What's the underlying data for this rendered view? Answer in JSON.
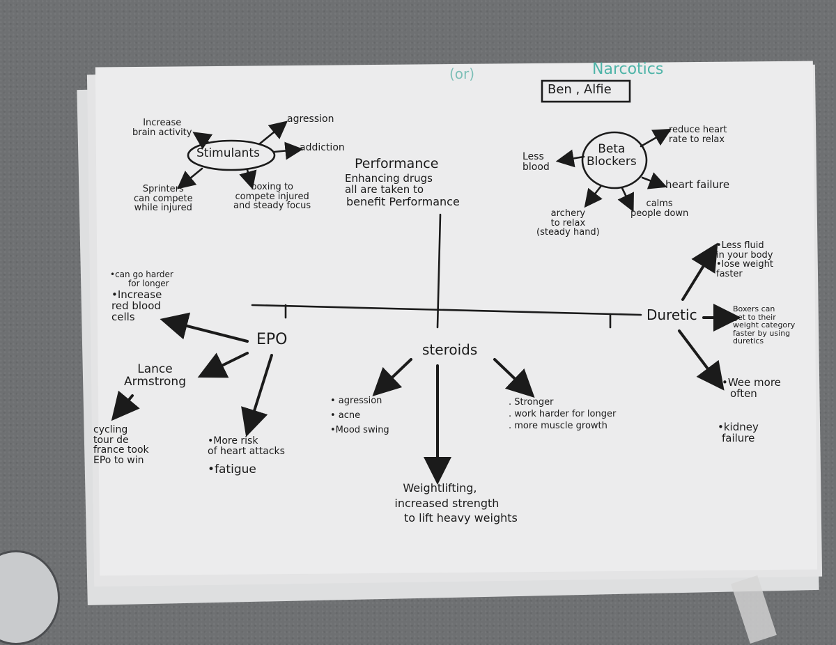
{
  "header": {
    "names": "Ben , Alfie",
    "faded_left": "(or)",
    "faded_right": "Narcotics"
  },
  "title": {
    "line1": "Performance",
    "line2": "Enhancing drugs",
    "line3": "all are taken to",
    "line4": "benefit Performance"
  },
  "stimulants": {
    "label": "Stimulants",
    "effects": {
      "brain": [
        "Increase",
        "brain activity"
      ],
      "agression": "agression",
      "addiction": "addiction",
      "sprinters": [
        "Sprinters",
        "can compete",
        "while injured"
      ],
      "boxing": [
        "boxing to",
        "compete injured",
        "and steady focus"
      ]
    }
  },
  "beta_blockers": {
    "label": [
      "Beta",
      "Blockers"
    ],
    "effects": {
      "heart_rate": [
        "reduce heart",
        "rate to relax"
      ],
      "less_blood": [
        "Less",
        "blood"
      ],
      "heart_failure": "heart failure",
      "calms": [
        "calms",
        "people down"
      ],
      "archery": [
        "archery",
        "to relax",
        "(steady hand)"
      ]
    }
  },
  "epo": {
    "label": "EPO",
    "effects": {
      "harder": [
        "•can go harder",
        "for longer"
      ],
      "red_blood": [
        "•Increase",
        "red blood",
        "cells"
      ],
      "lance": [
        "Lance",
        "Armstrong"
      ],
      "cycling": [
        "cycling",
        "tour de",
        "france took",
        "EPo to win"
      ],
      "risk": [
        "•More risk",
        "of heart attacks"
      ],
      "fatigue": "•fatigue"
    }
  },
  "steroids": {
    "label": "steroids",
    "left_list": [
      "• agression",
      "• acne",
      "•Mood swing"
    ],
    "right_list": [
      ". Stronger",
      ". work harder for longer",
      ". more muscle growth"
    ],
    "bottom": [
      "Weightlifting,",
      "increased strength",
      "to lift heavy weights"
    ]
  },
  "diuretic": {
    "label": "Duretic",
    "effects": {
      "fluid": [
        "•Less fluid",
        "in your body",
        "•lose weight",
        "faster"
      ],
      "boxers": [
        "Boxers can",
        "get to their",
        "weight category",
        "faster by using",
        "duretics"
      ],
      "wee": [
        "•Wee more",
        "often"
      ],
      "kidney": [
        "•kidney",
        "failure"
      ]
    }
  }
}
